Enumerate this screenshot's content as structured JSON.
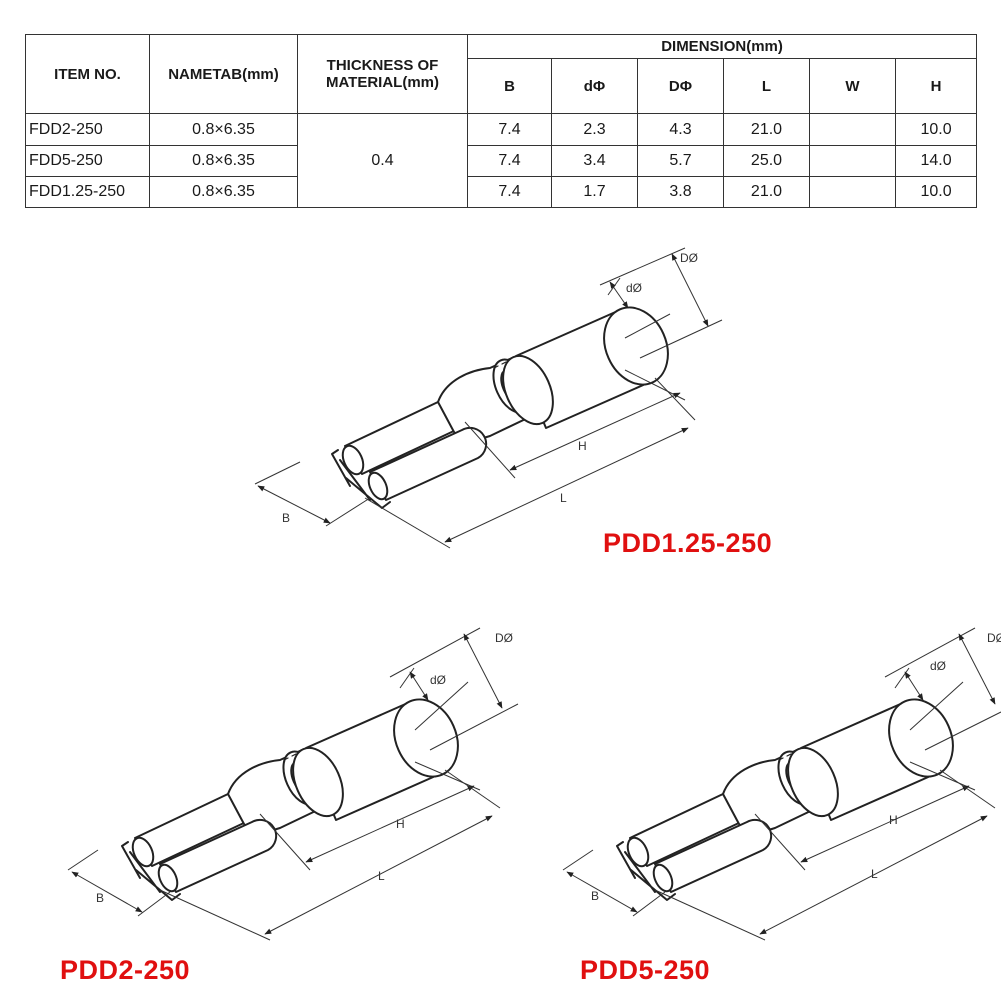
{
  "table": {
    "header": {
      "item_no": "ITEM NO.",
      "nametab": "NAMETAB(mm)",
      "thickness": "THICKNESS OF MATERIAL(mm)",
      "dimension": "DIMENSION(mm)",
      "dims": [
        "B",
        "dΦ",
        "DΦ",
        "L",
        "W",
        "H"
      ]
    },
    "thickness_value": "0.4",
    "rows": [
      {
        "item": "FDD2-250",
        "nametab": "0.8×6.35",
        "B": "7.4",
        "d": "2.3",
        "D": "4.3",
        "L": "21.0",
        "W": "",
        "H": "10.0"
      },
      {
        "item": "FDD5-250",
        "nametab": "0.8×6.35",
        "B": "7.4",
        "d": "3.4",
        "D": "5.7",
        "L": "25.0",
        "W": "",
        "H": "14.0"
      },
      {
        "item": "FDD1.25-250",
        "nametab": "0.8×6.35",
        "B": "7.4",
        "d": "1.7",
        "D": "3.8",
        "L": "21.0",
        "W": "",
        "H": "10.0"
      }
    ]
  },
  "dim_labels": {
    "D": "DØ",
    "d": "dØ",
    "H": "H",
    "L": "L",
    "B": "B"
  },
  "models": [
    "PDD1.25-250",
    "PDD2-250",
    "PDD5-250"
  ],
  "colors": {
    "label": "#e01010",
    "line": "#222222"
  }
}
